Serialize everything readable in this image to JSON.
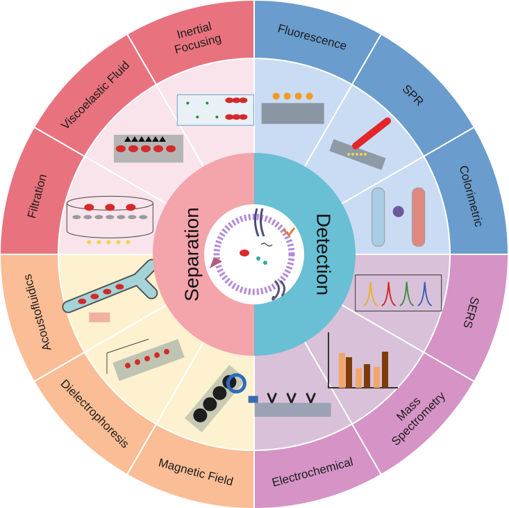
{
  "colors": {
    "separation_ring": "#f4a4ab",
    "detection_ring": "#69bfd3",
    "filtration_band": "#e8737e",
    "filtration_panel": "#f8e4ea",
    "separation_physical_band": "#fbbd95",
    "separation_physical_panel": "#fdf1cf",
    "optical_band": "#6a9ccd",
    "optical_panel": "#c9dcf3",
    "other_detection_band": "#d593c6",
    "other_detection_panel": "#d9c1d9"
  },
  "core": {
    "separation_label": "Separation",
    "detection_label": "Detection"
  },
  "segments": [
    {
      "label": "Inertial\nFocusing",
      "icon": "inertial-focusing-channel-illustration"
    },
    {
      "label": "Viscoelastic Fluid",
      "icon": "viscoelastic-channel-illustration"
    },
    {
      "label": "Filtration",
      "icon": "filtration-membrane-illustration"
    },
    {
      "label": "Acoustofluidics",
      "icon": "acoustic-channel-illustration"
    },
    {
      "label": "Dielectrophoresis",
      "icon": "dielectrophoresis-chip-illustration"
    },
    {
      "label": "Magnetic Field",
      "icon": "magnetic-beads-illustration"
    },
    {
      "label": "Fluorescence",
      "icon": "fluorescence-chip-illustration"
    },
    {
      "label": "SPR",
      "icon": "spr-laser-illustration"
    },
    {
      "label": "Colorimetric",
      "icon": "colorimetric-tubes-illustration"
    },
    {
      "label": "SERS",
      "icon": "sers-spectra-illustration"
    },
    {
      "label": "Mass\nSpectrometry",
      "icon": "mass-spectrum-bars-illustration"
    },
    {
      "label": "Electrochemical",
      "icon": "electrochemical-electrode-illustration"
    }
  ]
}
